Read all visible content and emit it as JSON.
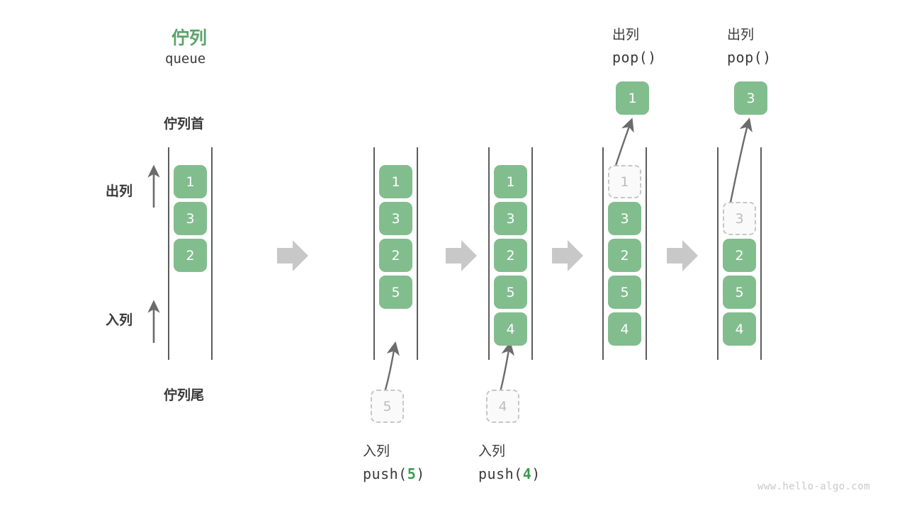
{
  "diagram": {
    "title_cn": "佇列",
    "title_en": "queue",
    "head_label": "佇列首",
    "tail_label": "佇列尾",
    "dequeue_label": "出列",
    "enqueue_label": "入列",
    "watermark": "www.hello-algo.com",
    "colors": {
      "cell_fill": "#82bd8e",
      "cell_text": "#ffffff",
      "ghost_fill": "#fafafa",
      "ghost_border": "#c7c7c7",
      "ghost_text": "#bdbdbd",
      "rail": "#5c5c5c",
      "accent_green": "#5aa469",
      "arrow_gray": "#c8c8c8",
      "curve_arrow": "#6b6b6b",
      "text": "#3a3a3a",
      "watermark": "#c9c9c9"
    }
  },
  "steps": [
    {
      "id": "initial",
      "header_cn": "佇列",
      "header_code": "queue",
      "cells": [
        "1",
        "3",
        "2"
      ],
      "ghost_index": -1,
      "popped_value": null,
      "pushed_value": null
    },
    {
      "id": "push-5",
      "header_cn": null,
      "header_code": null,
      "cells": [
        "1",
        "3",
        "2",
        "5"
      ],
      "ghost_index": -1,
      "popped_value": null,
      "pushed_value": "5",
      "op_cn": "入列",
      "op_name": "push",
      "op_arg": "5"
    },
    {
      "id": "push-4",
      "header_cn": null,
      "header_code": null,
      "cells": [
        "1",
        "3",
        "2",
        "5",
        "4"
      ],
      "ghost_index": -1,
      "popped_value": null,
      "pushed_value": "4",
      "op_cn": "入列",
      "op_name": "push",
      "op_arg": "4"
    },
    {
      "id": "pop-1",
      "header_cn": "出列",
      "header_code": "pop()",
      "cells": [
        "1",
        "3",
        "2",
        "5",
        "4"
      ],
      "ghost_index": 0,
      "popped_value": "1",
      "pushed_value": null,
      "op_cn": "出列",
      "op_name": "pop",
      "op_arg": ""
    },
    {
      "id": "pop-3",
      "header_cn": "出列",
      "header_code": "pop()",
      "cells": [
        "3",
        "2",
        "5",
        "4"
      ],
      "ghost_index": 0,
      "popped_value": "3",
      "pushed_value": null,
      "op_cn": "出列",
      "op_name": "pop",
      "op_arg": ""
    }
  ],
  "labels": {
    "col1_title_cn": "佇列",
    "col1_title_en": "queue",
    "col1_head": "佇列首",
    "col1_tail": "佇列尾",
    "col1_dequeue": "出列",
    "col1_enqueue": "入列",
    "col2_op_cn": "入列",
    "col2_op_code_pre": "push(",
    "col2_op_code_arg": "5",
    "col2_op_code_post": ")",
    "col3_op_cn": "入列",
    "col3_op_code_pre": "push(",
    "col3_op_code_arg": "4",
    "col3_op_code_post": ")",
    "col4_op_cn": "出列",
    "col4_op_code": "pop()",
    "col5_op_cn": "出列",
    "col5_op_code": "pop()",
    "ghost_push_5": "5",
    "ghost_push_4": "4",
    "popped_1": "1",
    "popped_3": "3"
  },
  "cells": {
    "col1": [
      "1",
      "3",
      "2"
    ],
    "col2": [
      "1",
      "3",
      "2",
      "5"
    ],
    "col3": [
      "1",
      "3",
      "2",
      "5",
      "4"
    ],
    "col4_ghost": "1",
    "col4": [
      "3",
      "2",
      "5",
      "4"
    ],
    "col5_ghost": "3",
    "col5": [
      "2",
      "5",
      "4"
    ]
  }
}
